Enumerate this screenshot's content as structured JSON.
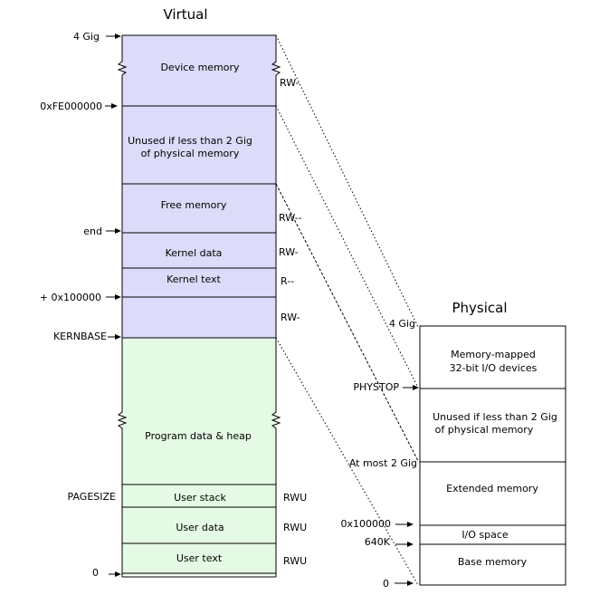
{
  "virtual": {
    "title": "Virtual",
    "regions": {
      "device": "Device memory",
      "unused1": "Unused if less than 2 Gig",
      "unused2": "of physical memory",
      "free": "Free memory",
      "kdata": "Kernel data",
      "ktext": "Kernel text",
      "heap": "Program data & heap",
      "ustack": "User stack",
      "udata": "User data",
      "utext": "User text"
    },
    "addresses": {
      "top": "4 Gig",
      "fe": "0xFE000000",
      "end": "end",
      "plus": "+ 0x100000",
      "kernbase": "KERNBASE",
      "pagesize": "PAGESIZE",
      "zero": "0"
    },
    "perms": {
      "device": "RW-",
      "free": "RW--",
      "kdata": "RW-",
      "ktext": "R--",
      "low": "RW-",
      "ustack": "RWU",
      "udata": "RWU",
      "utext": "RWU"
    }
  },
  "physical": {
    "title": "Physical",
    "regions": {
      "mmio1": "Memory-mapped",
      "mmio2": "32-bit I/O devices",
      "unused1": "Unused if less than 2 Gig",
      "unused2": "of physical memory",
      "ext": "Extended memory",
      "io": "I/O space",
      "base": "Base memory"
    },
    "addresses": {
      "top": "4 Gig",
      "phystop": "PHYSTOP",
      "most2": "At most 2 Gig",
      "hex": "0x100000",
      "k640": "640K",
      "zero": "0"
    }
  },
  "colors": {
    "kernel_fill": "#dcdcfa",
    "user_fill": "#e4fae4",
    "line": "#000000"
  }
}
